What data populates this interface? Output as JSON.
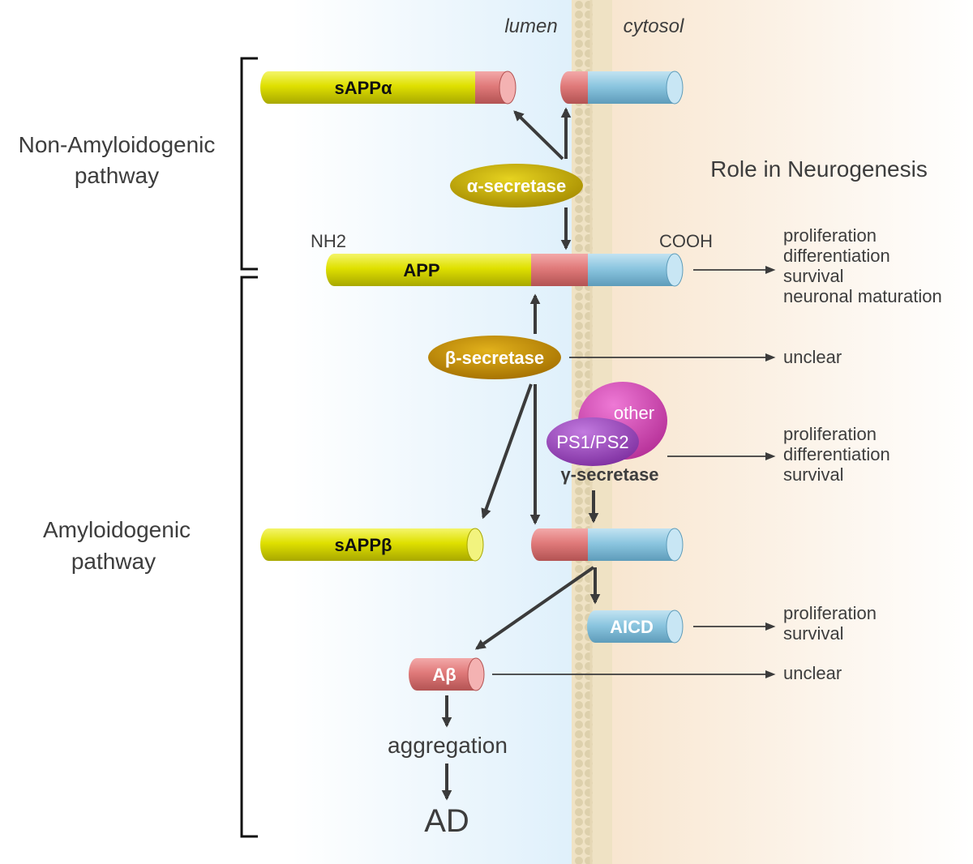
{
  "headers": {
    "lumen": "lumen",
    "cytosol": "cytosol",
    "role": "Role in Neurogenesis"
  },
  "pathways": {
    "non_amyloidogenic": [
      "Non-Amyloidogenic",
      "pathway"
    ],
    "amyloidogenic": [
      "Amyloidogenic",
      "pathway"
    ]
  },
  "terminals": {
    "nh2": "NH2",
    "cooh": "COOH"
  },
  "fragments": {
    "sappa": "sAPPα",
    "app": "APP",
    "sappb": "sAPPβ",
    "aicd": "AICD",
    "abeta": "Aβ"
  },
  "enzymes": {
    "alpha": "α-secretase",
    "beta": "β-secretase",
    "gamma": "γ-secretase",
    "other": "other",
    "ps": "PS1/PS2"
  },
  "outcomes": {
    "app_roles": [
      "proliferation",
      "differentiation",
      "survival",
      "neuronal maturation"
    ],
    "beta_role": "unclear",
    "gamma_roles": [
      "proliferation",
      "differentiation",
      "survival"
    ],
    "aicd_roles": [
      "proliferation",
      "survival"
    ],
    "abeta_role": "unclear"
  },
  "cascade": {
    "aggregation": "aggregation",
    "ad": "AD"
  },
  "colors": {
    "yellow": "#dfe000",
    "red": "#e07a7a",
    "blue": "#8cc6e0",
    "enzyme_alpha": "#c9ad00",
    "enzyme_beta": "#c98f00",
    "other": "#d94fba",
    "ps": "#a44fc4",
    "lumen_bg": "#e4f2fb",
    "cytosol_bg": "#faecd9"
  }
}
